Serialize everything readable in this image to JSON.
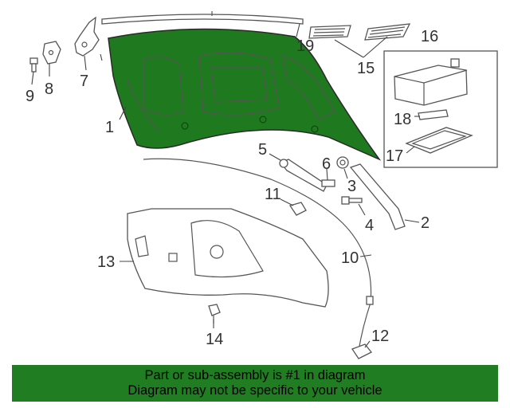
{
  "colors": {
    "highlight_part": "#1f7a1f",
    "banner_background": "#217d21",
    "line_art": "#555555"
  },
  "callouts": [
    "1",
    "2",
    "3",
    "4",
    "5",
    "6",
    "7",
    "8",
    "9",
    "10",
    "11",
    "12",
    "13",
    "14",
    "15",
    "16",
    "17",
    "18",
    "19"
  ],
  "banner": {
    "line1": "Part or sub-assembly is #1 in diagram",
    "line2": "Diagram may not be specific to your vehicle"
  }
}
